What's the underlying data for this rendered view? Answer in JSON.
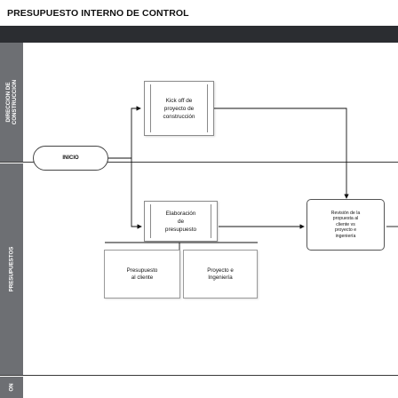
{
  "title": "PRESUPUESTO INTERNO DE CONTROL",
  "lanes": [
    {
      "label": "DIRECCION DE\nCONSTRUCCION"
    },
    {
      "label": "PRESUPUESTOS"
    },
    {
      "label": "ON"
    }
  ],
  "nodes": {
    "start": "INICIO",
    "kickoff": "Kick off de\nproyecto de\nconstrucción",
    "elaboracion": "Elaboración\nde\npresupuesto",
    "revision": "Revisión de la\npropuesta al\ncliente vs\nproyecto e\ningeniería",
    "presupuesto_cliente": "Presupuesto\nal cliente",
    "proyecto_ingenieria": "Proyecto e\nIngeniería"
  },
  "colors": {
    "topbar": "#2b2d31",
    "lane_strip": "#6d6f73"
  }
}
